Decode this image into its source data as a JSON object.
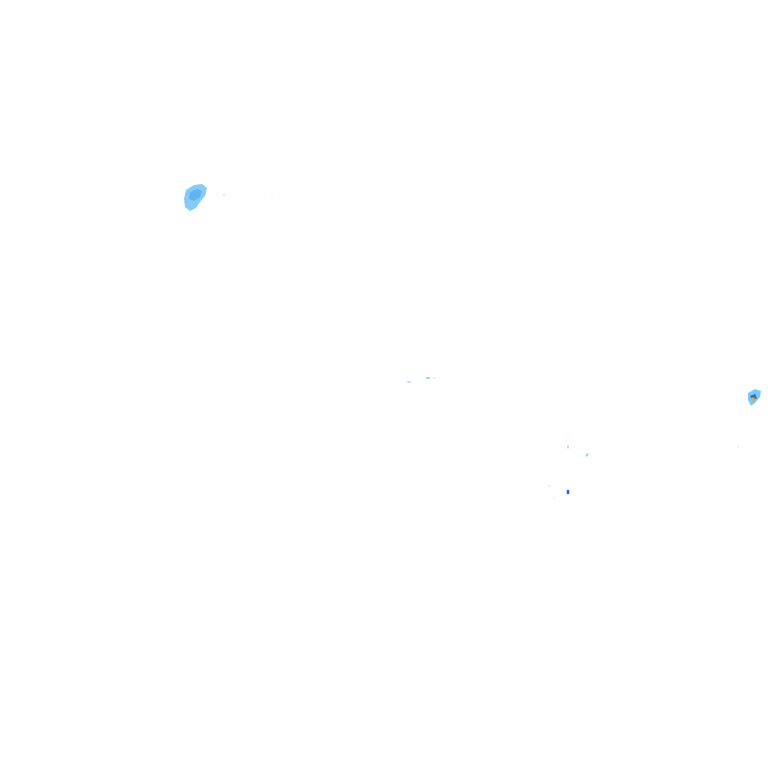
{
  "map": {
    "background_color": "#ffffff",
    "layer": "radar-precipitation-overlay",
    "palette": {
      "light": "#7dc8f5",
      "medium": "#46a3e8",
      "heavy": "#1b6fd1",
      "intense": "#e8a33a"
    },
    "echo_cells": [
      {
        "intensity": "light"
      },
      {
        "intensity": "light"
      },
      {
        "intensity": "light"
      },
      {
        "intensity": "light"
      },
      {
        "intensity": "light"
      },
      {
        "intensity": "light"
      },
      {
        "intensity": "heavy"
      },
      {
        "intensity": "medium"
      },
      {
        "intensity": "intense"
      }
    ]
  }
}
